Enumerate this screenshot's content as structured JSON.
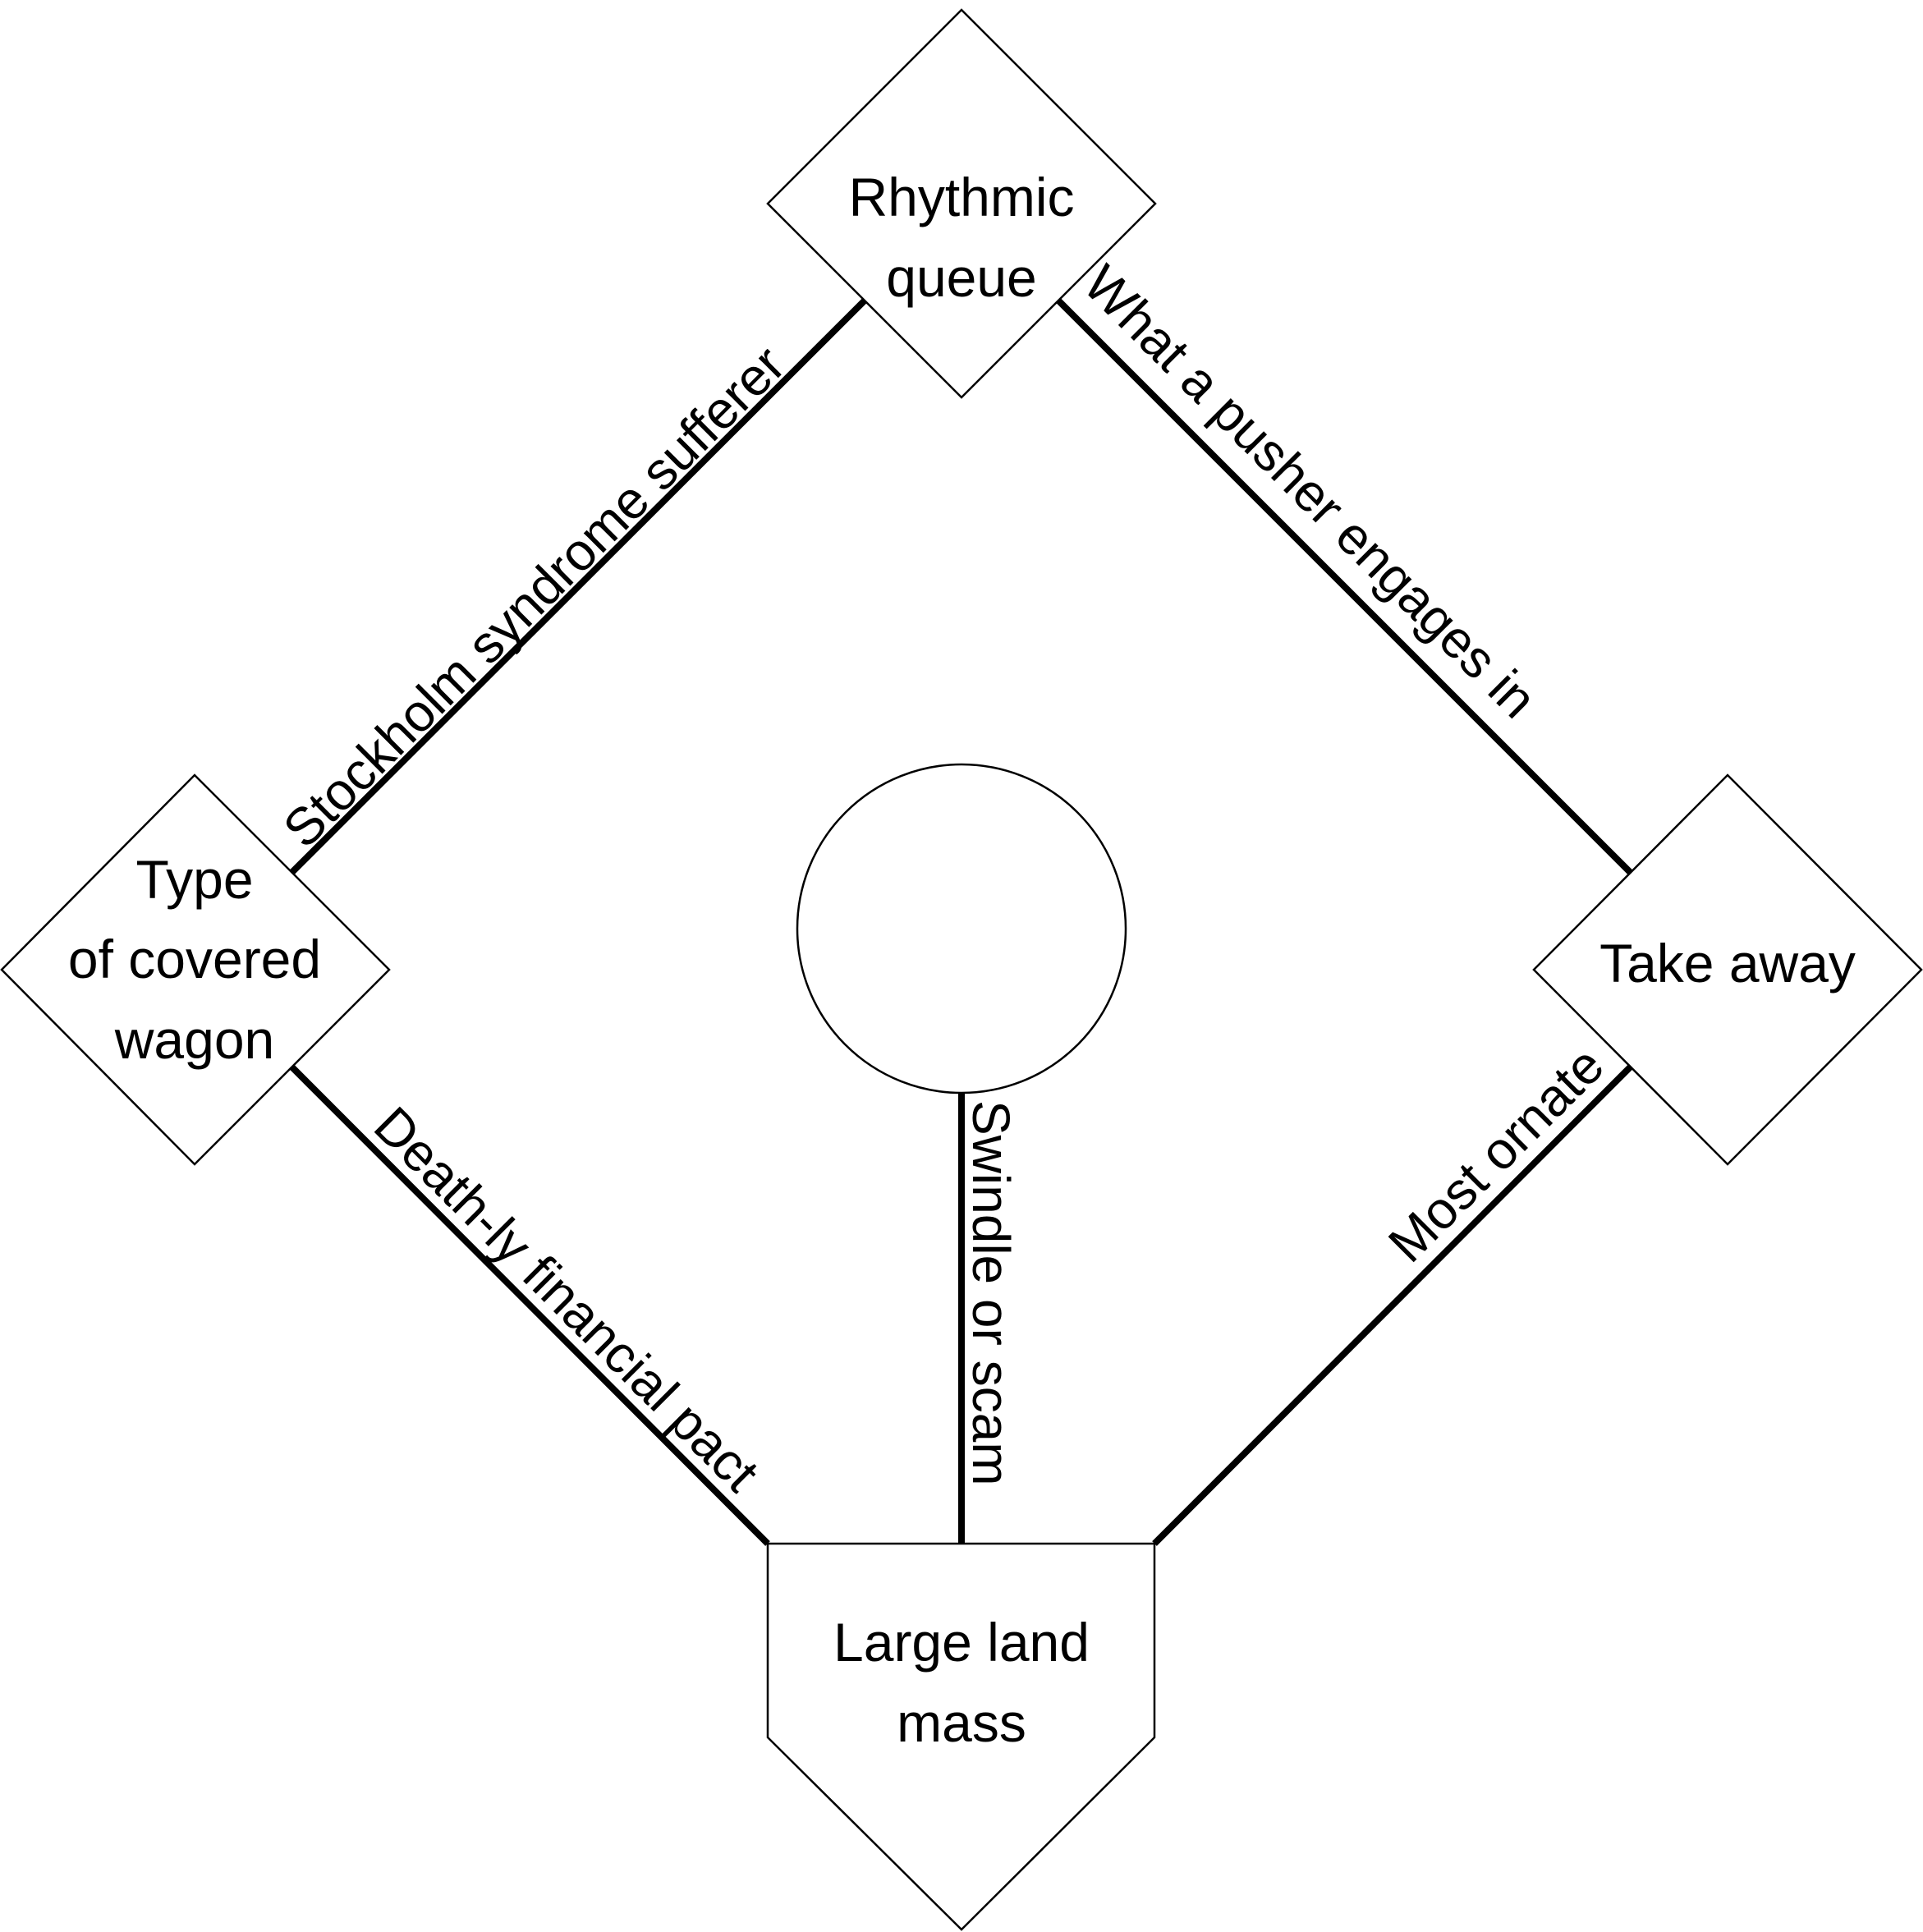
{
  "diagram": {
    "type": "baseball-diamond-crossword",
    "colors": {
      "stroke": "#000000",
      "fill": "#ffffff",
      "text": "#000000"
    },
    "bases": {
      "second": {
        "lines": [
          "Rhythmic",
          "queue"
        ]
      },
      "third": {
        "lines": [
          "Type",
          "of covered",
          "wagon"
        ]
      },
      "first": {
        "lines": [
          "Take away"
        ]
      },
      "home": {
        "lines": [
          "Large land",
          "mass"
        ]
      },
      "pitcher_mound": {
        "lines": []
      }
    },
    "paths": {
      "third_to_second": "Stockholm syndrome sufferer",
      "second_to_first": "What a pusher engages in",
      "third_to_home": "Death-ly financial pact",
      "first_to_home": "Most ornate",
      "mound_to_home": "Swindle or scam"
    }
  }
}
